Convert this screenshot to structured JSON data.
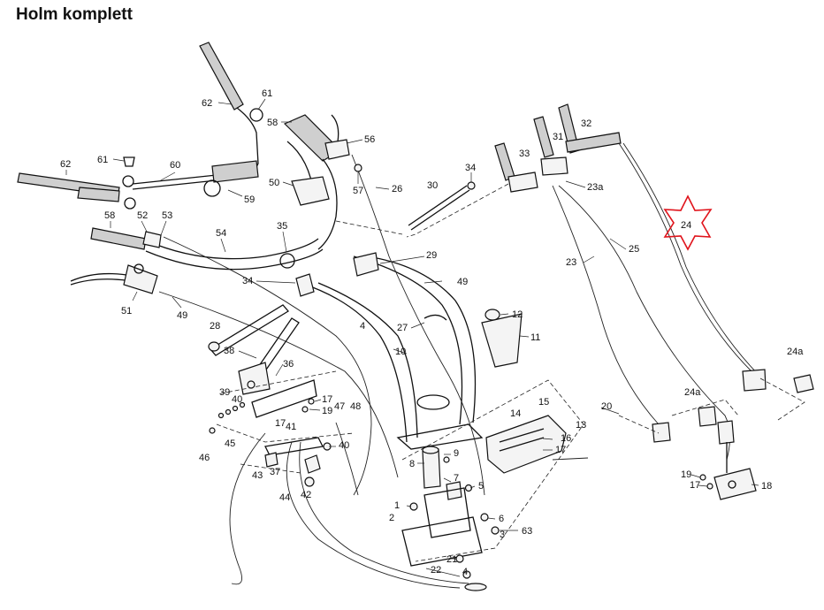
{
  "title": "Holm komplett",
  "highlight": {
    "label": "24",
    "color": "#e0141c"
  },
  "labels": {
    "p62a": "62",
    "p61a": "61",
    "p58a": "58",
    "p56": "56",
    "p32": "32",
    "p31": "31",
    "p33": "33",
    "p34a": "34",
    "p61b": "61",
    "p60": "60",
    "p62b": "62",
    "p50": "50",
    "p57": "57",
    "p26": "26",
    "p30": "30",
    "p23a": "23a",
    "p59": "59",
    "p58b": "58",
    "p52": "52",
    "p53": "53",
    "p54": "54",
    "p35": "35",
    "p25": "25",
    "p23": "23",
    "p29": "29",
    "p34b": "34",
    "p49a": "49",
    "p51": "51",
    "p49b": "49",
    "p12": "12",
    "p27": "27",
    "p4": "4",
    "p11": "11",
    "p28": "28",
    "p38": "38",
    "p10": "10",
    "p36": "36",
    "p24a_top": "24a",
    "p24a_mid": "24a",
    "p39": "39",
    "p40a": "40",
    "p17a": "17",
    "p19a": "19",
    "p47": "47",
    "p48": "48",
    "p15": "15",
    "p14": "14",
    "p13": "13",
    "p20": "20",
    "p17b": "17",
    "p41": "41",
    "p45": "45",
    "p46": "46",
    "p40b": "40",
    "p16": "16",
    "p17c": "17",
    "p9": "9",
    "p8": "8",
    "p7": "7",
    "p43": "43",
    "p37": "37",
    "p44": "44",
    "p42": "42",
    "p5": "5",
    "p19b": "19",
    "p17d": "17",
    "p18": "18",
    "p1": "1",
    "p2": "2",
    "p6": "6",
    "p3": "3",
    "p63": "63",
    "p21": "21",
    "p22": "22",
    "p4b": "4"
  }
}
